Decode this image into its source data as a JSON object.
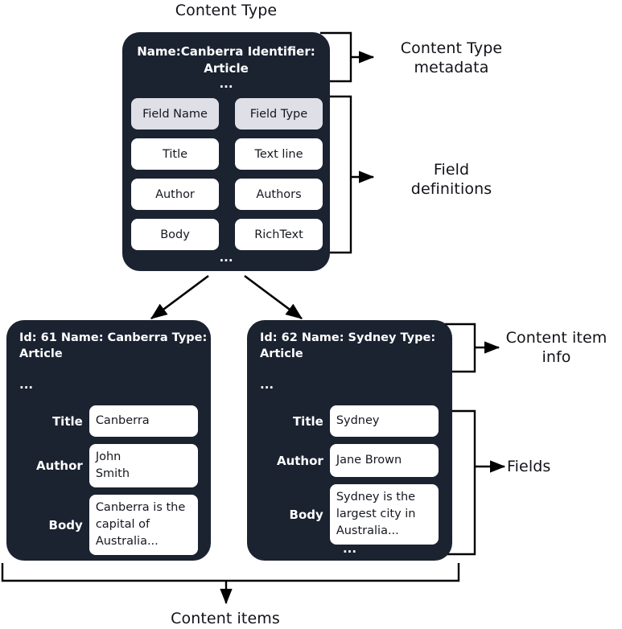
{
  "diagram": {
    "title": "Content Type",
    "bottom_label": "Content items",
    "annotations": {
      "content_type_metadata": "Content Type\nmetadata",
      "field_definitions": "Field\ndefinitions",
      "content_item_info": "Content item\ninfo",
      "fields": "Fields"
    }
  },
  "content_type": {
    "meta_lines": "Name:Canberra\nIdentifier: Article",
    "ellipsis": "...",
    "bottom_ellipsis": "...",
    "table": {
      "headers": [
        "Field Name",
        "Field Type"
      ],
      "rows": [
        [
          "Title",
          "Text line"
        ],
        [
          "Author",
          "Authors"
        ],
        [
          "Body",
          "RichText"
        ]
      ]
    }
  },
  "content_items": [
    {
      "meta_lines": "Id: 61\nName: Canberra\nType: Article",
      "ellipsis": "...",
      "bottom_ellipsis": "...",
      "fields": [
        {
          "label": "Title",
          "value": "Canberra"
        },
        {
          "label": "Author",
          "value": "John\nSmith"
        },
        {
          "label": "Body",
          "value": "Canberra is the capital of Australia..."
        }
      ]
    },
    {
      "meta_lines": "Id: 62\nName: Sydney\nType: Article",
      "ellipsis": "...",
      "bottom_ellipsis": "...",
      "fields": [
        {
          "label": "Title",
          "value": "Sydney"
        },
        {
          "label": "Author",
          "value": "Jane Brown"
        },
        {
          "label": "Body",
          "value": "Sydney is the largest city in Australia..."
        }
      ]
    }
  ],
  "colors": {
    "card_background": "#1b2230",
    "header_cell": "#dfdfe8",
    "value_cell": "#ffffff",
    "text_dark": "#111318",
    "text_light": "#ffffff",
    "connector": "#000000",
    "page_background": "#ffffff"
  }
}
